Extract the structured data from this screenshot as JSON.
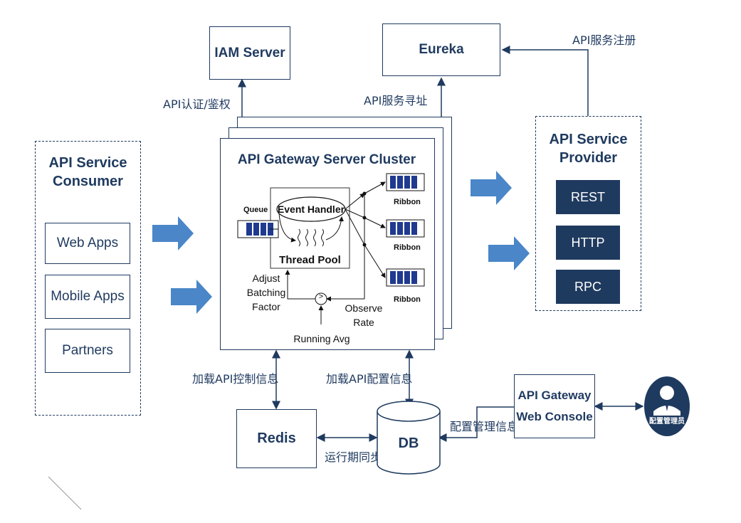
{
  "nodes": {
    "iam": "IAM Server",
    "eureka": "Eureka",
    "cluster_title": "API Gateway Server Cluster",
    "consumer_title": "API Service\nConsumer",
    "consumer_items": [
      "Web Apps",
      "Mobile Apps",
      "Partners"
    ],
    "provider_title": "API Service\nProvider",
    "provider_items": [
      "REST",
      "HTTP",
      "RPC"
    ],
    "redis": "Redis",
    "db": "DB",
    "web_console": "API Gateway\nWeb Console",
    "admin": "配置管理员"
  },
  "internals": {
    "queue": "Queue",
    "event_handler": "Event Handler",
    "thread_pool": "Thread Pool",
    "ribbon": [
      "Ribbon",
      "Ribbon",
      "Ribbon"
    ],
    "adjust": "Adjust\nBatching\nFactor",
    "observe": "Observe\nRate",
    "running_avg": "Running Avg",
    "comparator": ">"
  },
  "edges": {
    "auth": "API认证/鉴权",
    "discovery": "API服务寻址",
    "register": "API服务注册",
    "load_control": "加载API控制信息",
    "load_config": "加载API配置信息",
    "runtime_sync": "运行期同步",
    "config_mgmt": "配置管理信息"
  },
  "colors": {
    "primary": "#1f3a5f",
    "arrow_blue": "#4a86c8",
    "white": "#ffffff"
  }
}
